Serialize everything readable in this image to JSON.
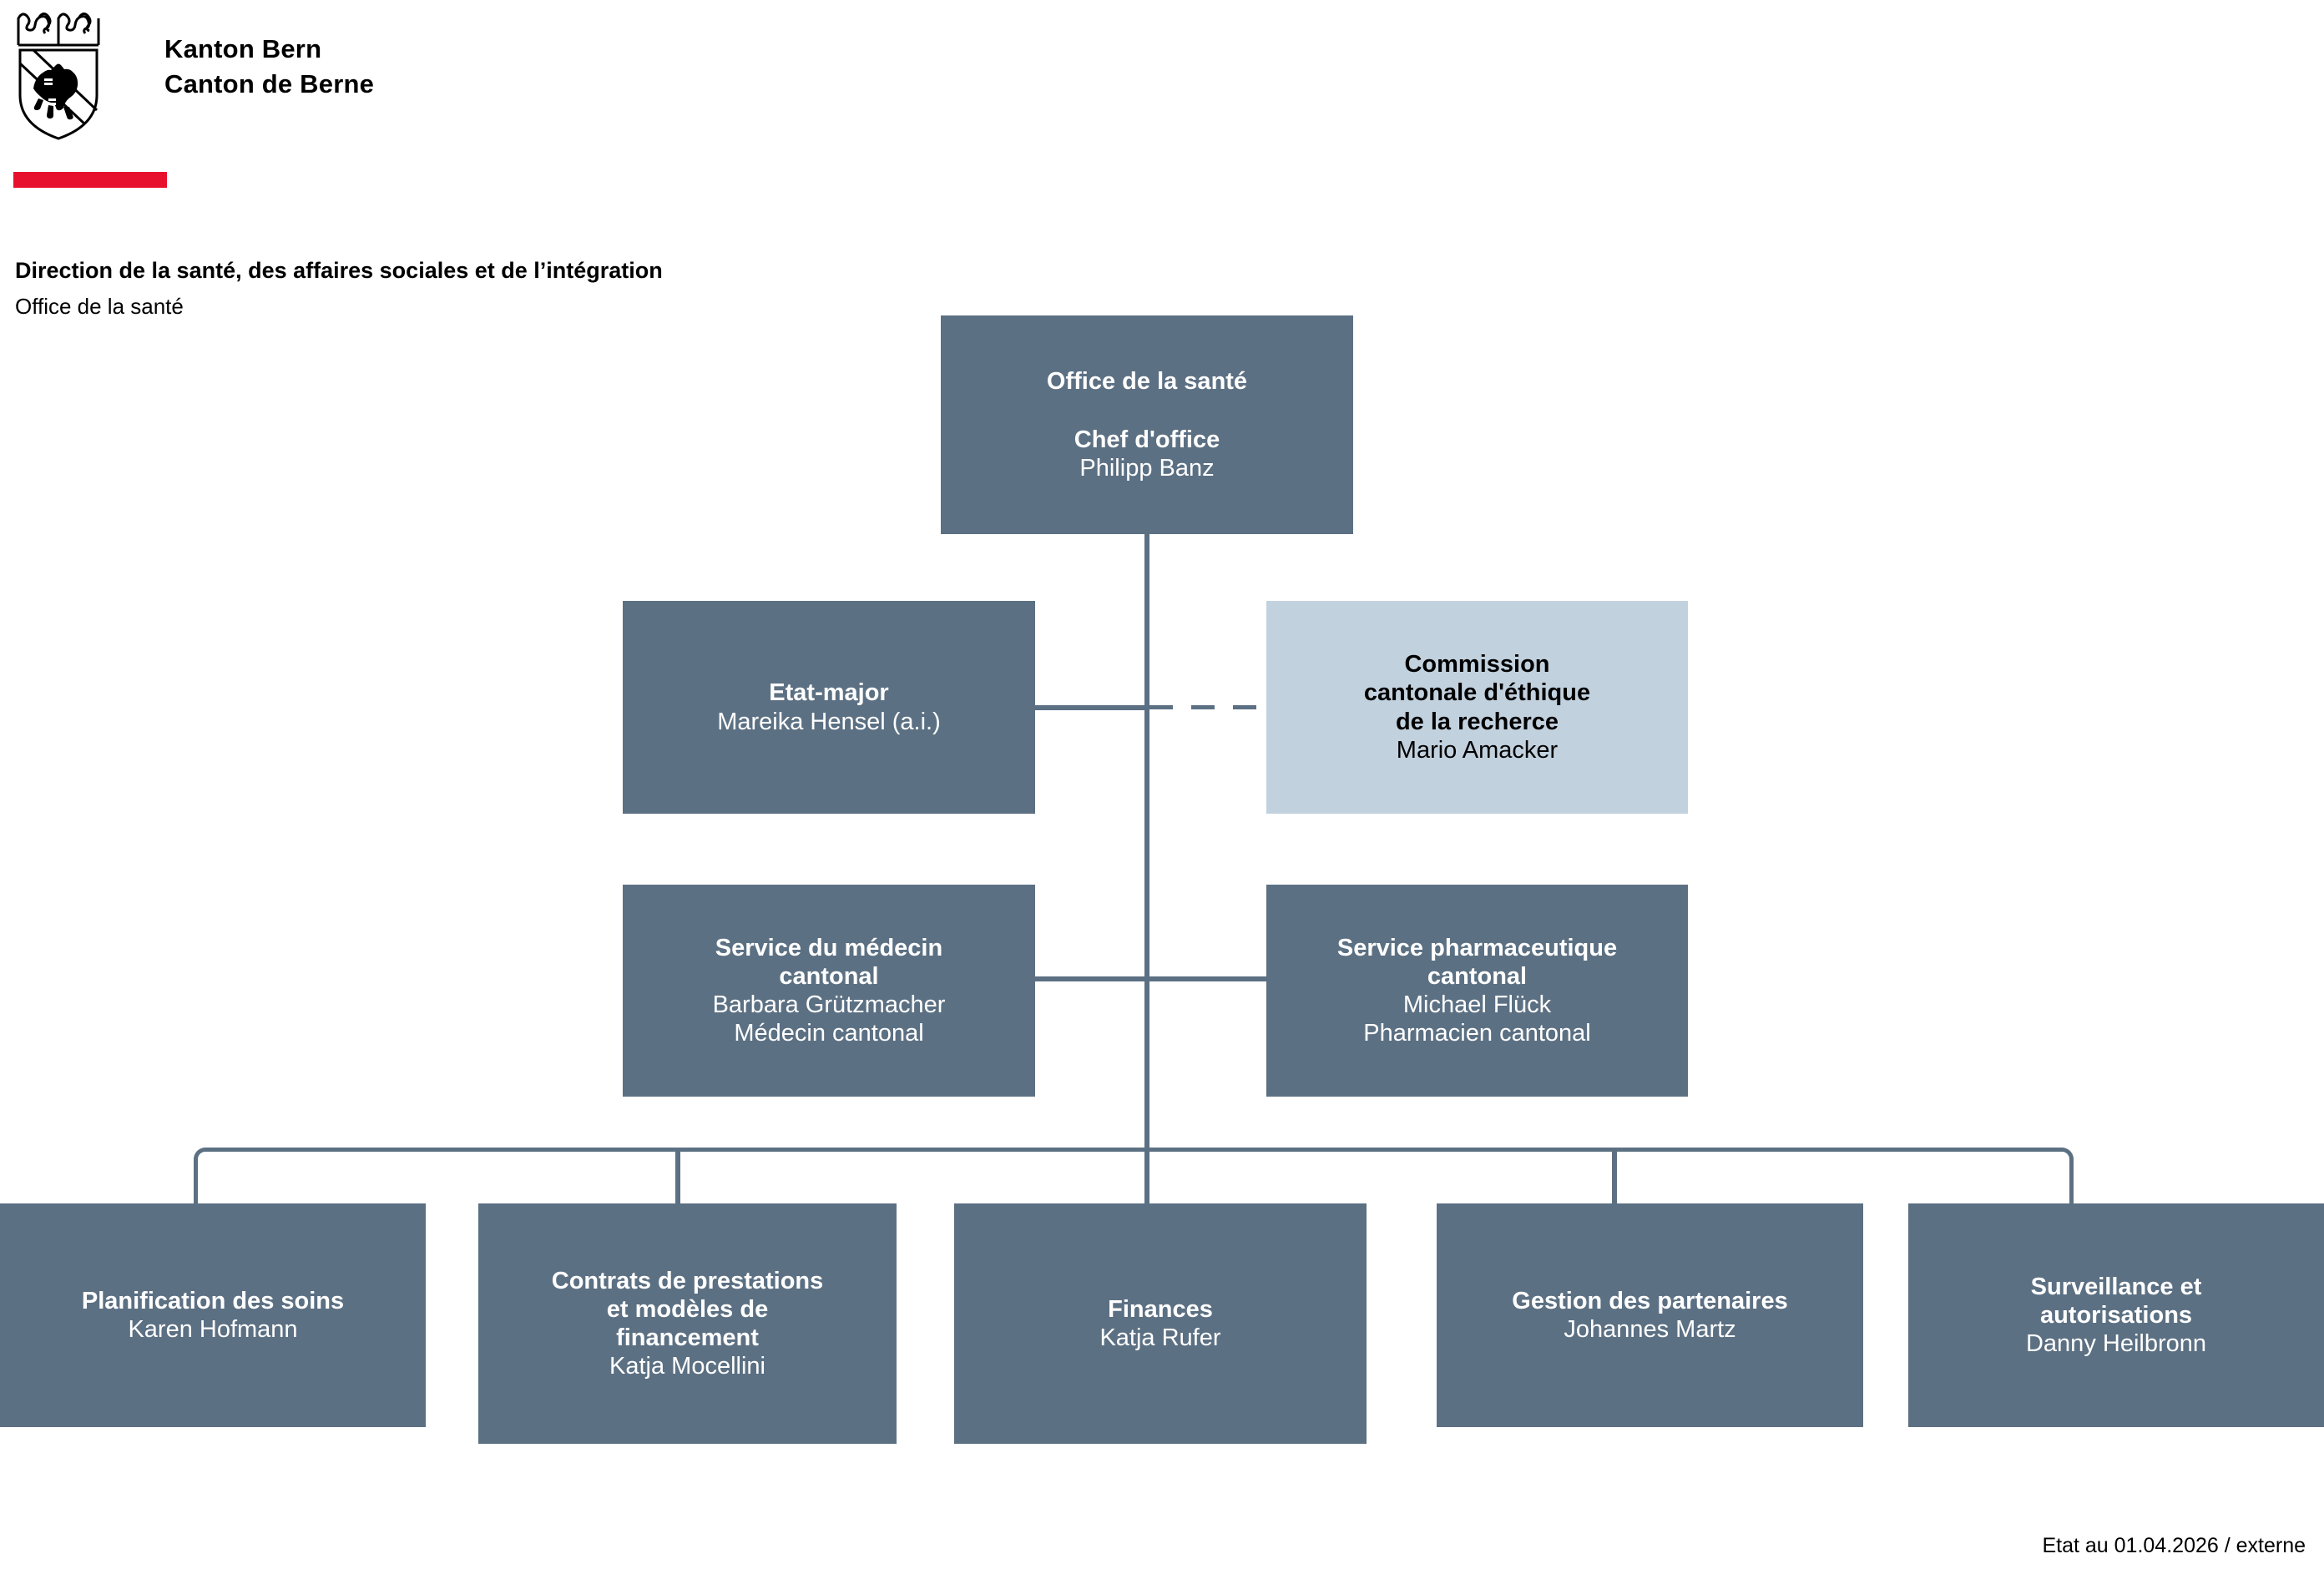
{
  "header": {
    "crest_icon": "bern-coat-of-arms-bear-shield",
    "brand_line1": "Kanton Bern",
    "brand_line2": "Canton de Berne",
    "accent_color": "#e8112d",
    "department": "Direction de la santé, des affaires sociales et de l’intégration",
    "unit": "Office de la santé"
  },
  "theme": {
    "node_fill": "#5c7083",
    "node_text": "#ffffff",
    "commission_fill": "#c2d1de",
    "commission_text": "#000000",
    "connector_color": "#5c7083",
    "page_background": "#ffffff"
  },
  "chart_data": {
    "type": "org-chart",
    "title": "Office de la santé",
    "nodes": [
      {
        "id": "office",
        "level": 0,
        "title": "Office de la santé",
        "subtitle": "Chef d'office",
        "person": "Philipp Banz",
        "style": "slate"
      },
      {
        "id": "etat-major",
        "level": 1,
        "title": "Etat-major",
        "person": "Mareika Hensel (a.i.)",
        "style": "slate",
        "link": "solid"
      },
      {
        "id": "commission-ethique",
        "level": 1,
        "title": "Commission cantonale d'éthique de la recherce",
        "person": "Mario Amacker",
        "style": "lightblue",
        "link": "dashed"
      },
      {
        "id": "medecin-cantonal",
        "level": 2,
        "title": "Service du médecin cantonal",
        "person": "Barbara Grützmacher",
        "role": "Médecin cantonal",
        "style": "slate",
        "link": "solid"
      },
      {
        "id": "pharmaceutique-cantonal",
        "level": 2,
        "title": "Service pharmaceutique cantonal",
        "person": "Michael Flück",
        "role": "Pharmacien cantonal",
        "style": "slate",
        "link": "solid"
      },
      {
        "id": "planification-soins",
        "level": 3,
        "title": "Planification des soins",
        "person": "Karen Hofmann",
        "style": "slate",
        "link": "solid"
      },
      {
        "id": "contrats-prestations",
        "level": 3,
        "title": "Contrats de prestations et modèles de financement",
        "person": "Katja Mocellini",
        "style": "slate",
        "link": "solid"
      },
      {
        "id": "finances",
        "level": 3,
        "title": "Finances",
        "person": "Katja Rufer",
        "style": "slate",
        "link": "solid"
      },
      {
        "id": "gestion-partenaires",
        "level": 3,
        "title": "Gestion des partenaires",
        "person": "Johannes Martz",
        "style": "slate",
        "link": "solid"
      },
      {
        "id": "surveillance-autorisations",
        "level": 3,
        "title": "Surveillance et autorisations",
        "person": "Danny Heilbronn",
        "style": "slate",
        "link": "solid"
      }
    ]
  },
  "boxes": {
    "office": {
      "title": "Office de la santé",
      "subtitle": "Chef d'office",
      "person": "Philipp Banz"
    },
    "etat_major": {
      "title": "Etat-major",
      "person": "Mareika Hensel (a.i.)"
    },
    "commission": {
      "title_line1": "Commission",
      "title_line2": "cantonale d'éthique",
      "title_line3": "de la recherce",
      "person": "Mario Amacker"
    },
    "medecin": {
      "title_line1": "Service du médecin",
      "title_line2": "cantonal",
      "person": "Barbara Grützmacher",
      "role": "Médecin cantonal"
    },
    "pharma": {
      "title_line1": "Service pharmaceutique",
      "title_line2": "cantonal",
      "person": "Michael Flück",
      "role": "Pharmacien cantonal"
    },
    "planification": {
      "title": "Planification des soins",
      "person": "Karen Hofmann"
    },
    "contrats": {
      "title_line1": "Contrats de prestations",
      "title_line2": "et modèles de",
      "title_line3": "financement",
      "person": "Katja Mocellini"
    },
    "finances": {
      "title": "Finances",
      "person": "Katja Rufer"
    },
    "gestion": {
      "title": "Gestion des partenaires",
      "person": "Johannes Martz"
    },
    "surveillance": {
      "title_line1": "Surveillance et",
      "title_line2": "autorisations",
      "person": "Danny Heilbronn"
    }
  },
  "footer": {
    "status": "Etat au 01.04.2026 / externe"
  }
}
